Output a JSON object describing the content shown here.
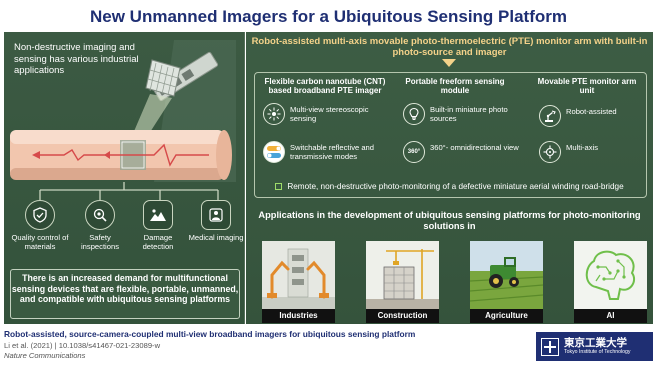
{
  "title": "New Unmanned Imagers for a Ubiquitous Sensing Platform",
  "left": {
    "intro": "Non-destructive imaging and sensing has various industrial applications",
    "applications": [
      {
        "label": "Quality control of materials",
        "icon": "shield-check-icon"
      },
      {
        "label": "Safety inspections",
        "icon": "magnifier-icon"
      },
      {
        "label": "Damage detection",
        "icon": "warning-image-icon"
      },
      {
        "label": "Medical imaging",
        "icon": "medical-scan-icon"
      }
    ],
    "demand": "There is an increased demand for multifunctional sensing devices that are flexible, portable, unmanned, and compatible with ubiquitous sensing platforms"
  },
  "right": {
    "arm_title": "Robot-assisted multi-axis movable photo-thermoelectric (PTE) monitor arm with built-in photo-source and imager",
    "modules": [
      {
        "title": "Flexible carbon nanotube (CNT) based broadband PTE imager",
        "features": [
          {
            "text": "Multi-view stereoscopic sensing",
            "icon": "multiview-icon"
          },
          {
            "text": "Switchable reflective and transmissive modes",
            "icon": "toggle-icon"
          }
        ]
      },
      {
        "title": "Portable freeform sensing module",
        "features": [
          {
            "text": "Built-in miniature photo sources",
            "icon": "lightbulb-icon"
          },
          {
            "text": "360°- omnidirectional view",
            "icon": "360-view-icon",
            "badge": "360°"
          }
        ]
      },
      {
        "title": "Movable PTE monitor arm unit",
        "features": [
          {
            "text": "Robot-assisted",
            "icon": "robot-arm-icon"
          },
          {
            "text": "Multi-axis",
            "icon": "multi-axis-icon"
          }
        ]
      }
    ],
    "remote": "Remote, non-destructive photo-monitoring of a defective miniature aerial winding road-bridge",
    "applications_heading": "Applications in the development of ubiquitous sensing platforms for photo-monitoring solutions in",
    "tiles": [
      {
        "label": "Industries"
      },
      {
        "label": "Construction"
      },
      {
        "label": "Agriculture"
      },
      {
        "label": "AI"
      }
    ]
  },
  "footer": {
    "title": "Robot-assisted, source-camera-coupled multi-view broadband imagers for ubiquitous sensing platform",
    "citation": "Li et al. (2021)  |  10.1038/s41467-021-23089-w",
    "journal": "Nature Communications",
    "logo_jp": "東京工業大学",
    "logo_en": "Tokyo Institute of Technology"
  },
  "colors": {
    "panel": "#3c5a43",
    "title_blue": "#1f2f73",
    "accent_gold": "#f4d28a"
  }
}
